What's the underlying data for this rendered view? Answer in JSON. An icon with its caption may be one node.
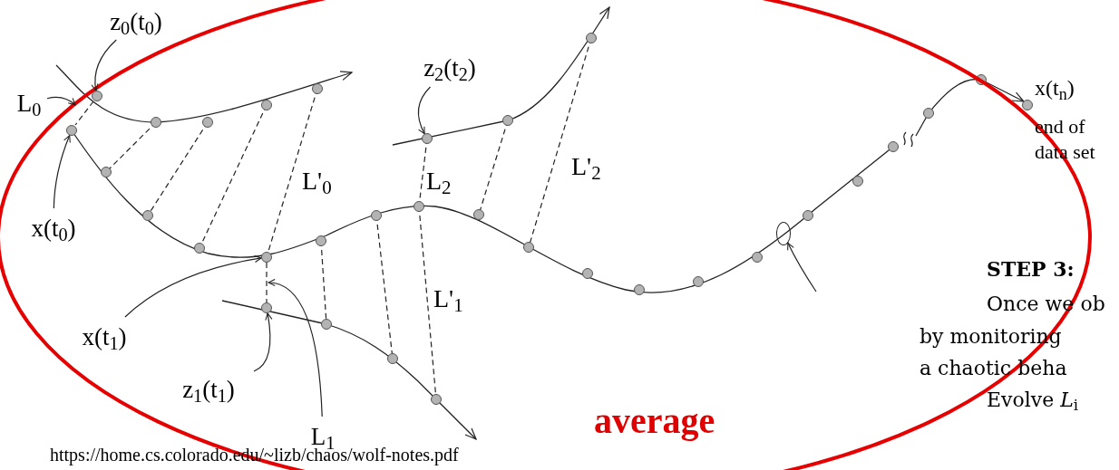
{
  "diagram": {
    "nodes": [
      {
        "text": [
          "z$_{0}$(t$_{0}$)"
        ]
      },
      {
        "text": [],
        "shape": "circle"
      },
      {
        "text": [
          "L$_{0}$"
        ]
      },
      {
        "text": [
          "x(t$_{0}$)"
        ]
      },
      {
        "text": [],
        "shape": "circle"
      },
      {
        "text": [
          "z$_{2}$(t$_{2}$)"
        ]
      },
      {
        "text": [],
        "shape": "circle"
      },
      {
        "text": [
          "x(t$_{1}$)"
        ]
      },
      {
        "text": [],
        "shape": "circle"
      },
      {
        "text": [
          "z$_{1}$(t$_{1}$)"
        ]
      },
      {
        "text": [],
        "shape": "circle"
      },
      {
        "text": [
          "L$_{1}$"
        ]
      },
      {
        "text": [],
        "shape": "ellipse"
      },
      {
        "text": [],
        "shape": "line"
      },
      {
        "text": [],
        "shape": "line"
      }
    ],
    "edges": [
      {
        "from": 0,
        "to": 1,
        "arrow": "to"
      },
      {
        "from": 2,
        "to": 13,
        "arrow": "to"
      },
      {
        "from": 3,
        "to": 4,
        "arrow": "to"
      },
      {
        "from": 5,
        "to": 6,
        "arrow": "to"
      },
      {
        "from": 7,
        "to": 8,
        "arrow": "to"
      },
      {
        "from": 9,
        "to": 10,
        "arrow": "to"
      },
      {
        "from": 11,
        "to": 14,
        "arrow": "to"
      },
      {
        "from": null,
        "to": 12,
        "arrow": "to"
      }
    ],
    "labels": [
      "L'$_{0}$",
      "L$_{2}$",
      "L'$_{2}$",
      "L'$_{1}$",
      "x(t$_{n}$)",
      "end of data set",
      "STEP 3:",
      "Once we ob",
      "by monitoring",
      "a chaotic beha",
      "Evolve *L*$_{i}$",
      "average",
      "https://home.cs.colorado.edu/~lizb/chaos/wolf-notes.pdf"
    ]
  }
}
